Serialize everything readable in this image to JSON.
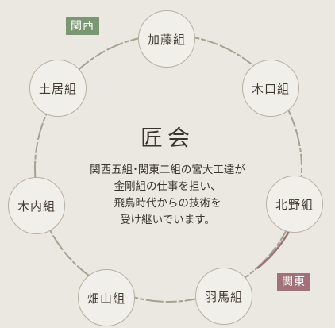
{
  "title": "匠会",
  "description": [
    "関西五組･関東二組の宮大工達が",
    "金剛組の仕事を担い、",
    "飛鳥時代からの技術を",
    "受け継いでいます。"
  ],
  "tags": {
    "kansai": "関西",
    "kanto": "関東"
  },
  "groups": [
    "加藤組",
    "木口組",
    "北野組",
    "羽馬組",
    "畑山組",
    "木内組",
    "土居組"
  ],
  "colors": {
    "background": "#ebe8e1",
    "kansai": "#7b9672",
    "kanto": "#a07278",
    "ring": "#8a8c74"
  }
}
